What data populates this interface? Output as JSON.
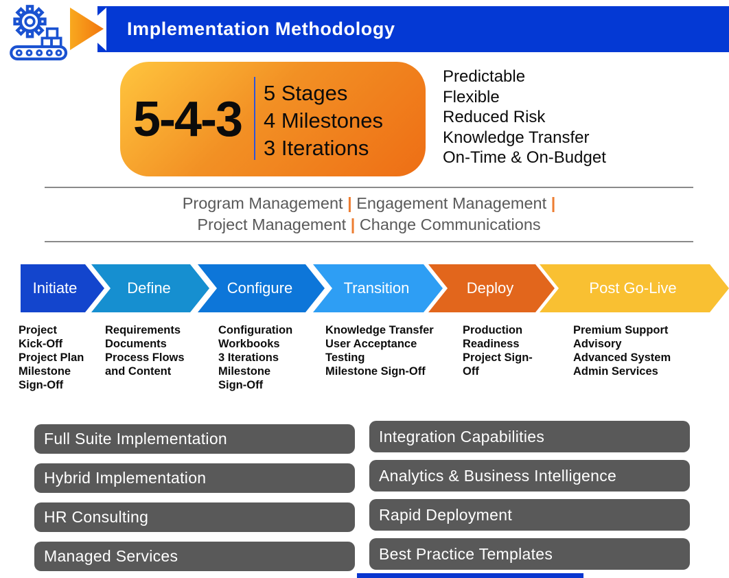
{
  "header": {
    "title": "Implementation Methodology"
  },
  "summary": {
    "big_number": "5-4-3",
    "lines": [
      "5 Stages",
      "4 Milestones",
      "3 Iterations"
    ]
  },
  "benefits": [
    "Predictable",
    "Flexible",
    "Reduced Risk",
    "Knowledge Transfer",
    "On-Time & On-Budget"
  ],
  "management": {
    "separator": "|",
    "line1_a": "Program Management",
    "line1_b": "Engagement Management",
    "line2_a": "Project Management",
    "line2_b": "Change Communications"
  },
  "stages": [
    {
      "label": "Initiate",
      "color": "#1345CD",
      "details": [
        "Project",
        "Kick-Off",
        "Project Plan",
        "Milestone",
        "Sign-Off"
      ]
    },
    {
      "label": "Define",
      "color": "#168FD0",
      "details": [
        "Requirements",
        "Documents",
        "Process Flows",
        "and Content"
      ]
    },
    {
      "label": "Configure",
      "color": "#0D76D9",
      "details": [
        "Configuration",
        "Workbooks",
        "3 Iterations",
        "Milestone",
        "Sign-Off"
      ]
    },
    {
      "label": "Transition",
      "color": "#2E9EF4",
      "details": [
        "Knowledge Transfer",
        "User Acceptance",
        "Testing",
        "Milestone Sign-Off"
      ]
    },
    {
      "label": "Deploy",
      "color": "#E2661C",
      "details": [
        "Production",
        "Readiness",
        "Project Sign-",
        "Off"
      ]
    },
    {
      "label": "Post Go-Live",
      "color": "#F9C032",
      "details": [
        "Premium Support",
        "Advisory",
        "Advanced System",
        "Admin Services"
      ]
    }
  ],
  "services": {
    "left": [
      "Full Suite Implementation",
      "Hybrid Implementation",
      "HR Consulting",
      "Managed Services"
    ],
    "right": [
      "Integration Capabilities",
      "Analytics & Business Intelligence",
      "Rapid Deployment",
      "Best Practice Templates"
    ]
  },
  "colors": {
    "header_blue": "#0439D4",
    "box_gradient_start": "#FFC53E",
    "box_gradient_end": "#EE6E15",
    "pipe_orange": "#ED7D31",
    "management_text_gray": "#595959",
    "chip_gray": "#595959",
    "footer_bar_blue": "#0936CF"
  }
}
